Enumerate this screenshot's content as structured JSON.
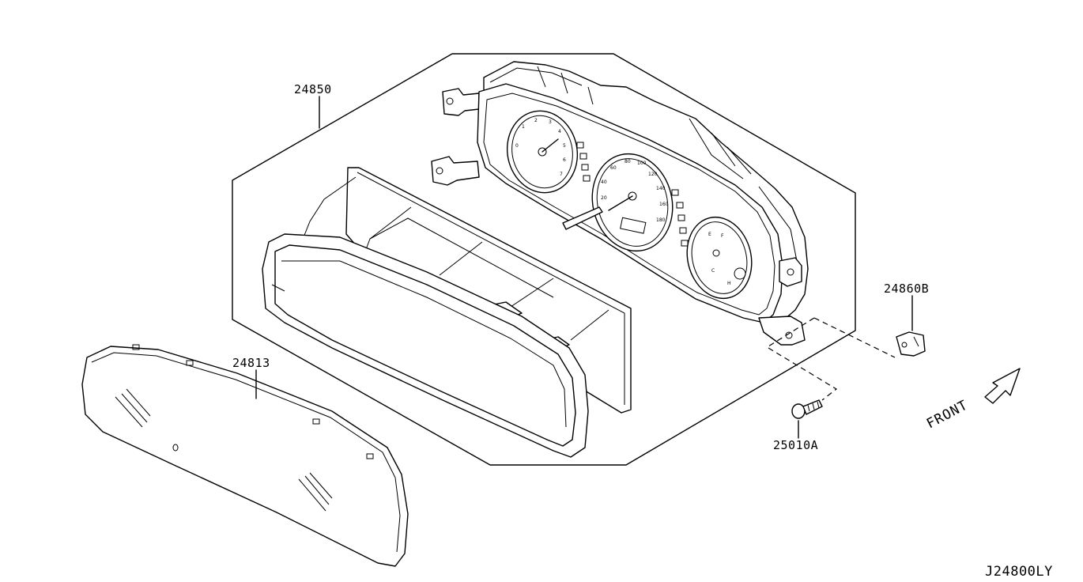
{
  "diagram": {
    "parts": [
      {
        "id": "cluster-assembly",
        "label": "24850"
      },
      {
        "id": "cluster-lens",
        "label": "24813"
      },
      {
        "id": "clip",
        "label": "24860B"
      },
      {
        "id": "screw",
        "label": "25010A"
      }
    ],
    "direction_label": "FRONT",
    "drawing_code": "J24800LY"
  }
}
